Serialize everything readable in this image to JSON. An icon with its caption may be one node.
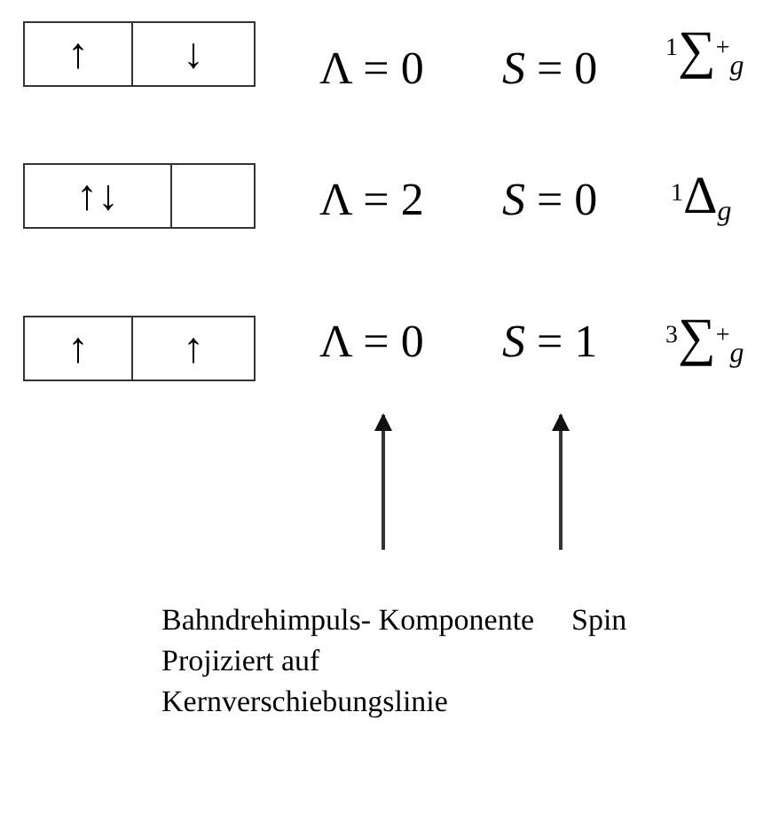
{
  "diagram": {
    "nodes": [
      {
        "text": [
          "↑"
        ]
      },
      {
        "text": [
          "↓"
        ]
      },
      {
        "text": [
          "↑↓"
        ]
      },
      {
        "text": [],
        "shape": "box"
      },
      {
        "text": [
          "↑"
        ]
      },
      {
        "text": [
          "↑"
        ]
      },
      {
        "text": [
          "Λ = 0"
        ]
      },
      {
        "text": [
          "*S* = 1"
        ]
      },
      {
        "text": [
          "Bahndrehimpuls- Komponente Projiziert auf Kernverschiebungslinie"
        ]
      },
      {
        "text": [
          "Spin"
        ]
      }
    ],
    "edges": [
      {
        "from": 8,
        "to": 6,
        "arrow": "to"
      },
      {
        "from": 9,
        "to": 7,
        "arrow": "to"
      }
    ],
    "labels": [
      "Λ = 0",
      "*S* = 0",
      "$^{1}$∑$^{+}$$_{g}$",
      "Λ = 2",
      "*S* = 0",
      "$^{1}$Δ$_{g}$",
      "$^{3}$∑$^{+}$$_{g}$"
    ]
  }
}
